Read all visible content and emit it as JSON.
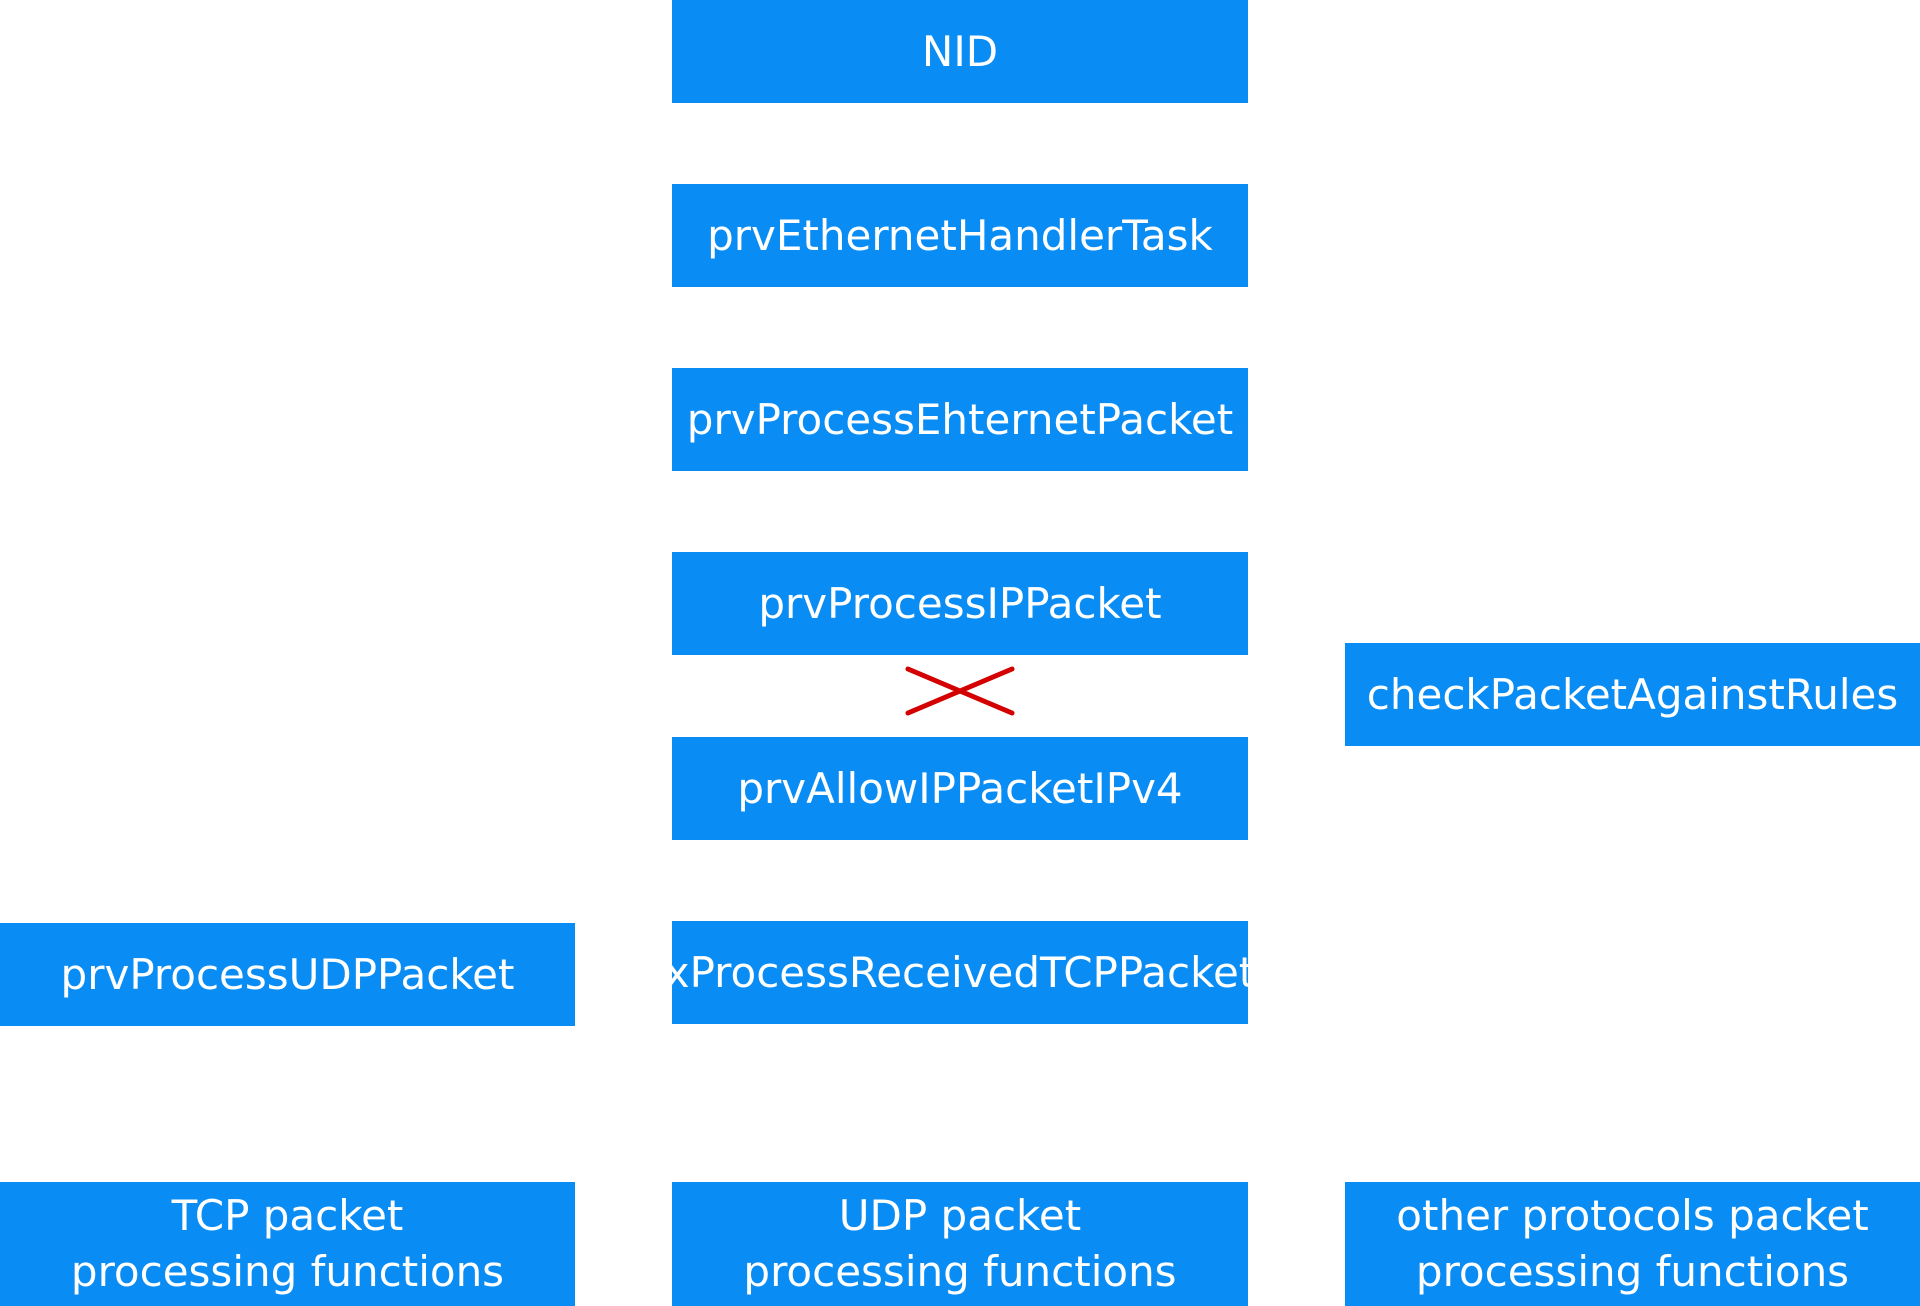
{
  "colors": {
    "node_fill": "#0a8cf5",
    "node_text": "#ffffff",
    "cross": "#d40000"
  },
  "nodes": {
    "nid": "NID",
    "ethernet_handler": "prvEthernetHandlerTask",
    "process_ethernet": "prvProcessEhternetPacket",
    "process_ip": "prvProcessIPPacket",
    "check_rules": "checkPacketAgainstRules",
    "allow_ipv4": "prvAllowIPPacketIPv4",
    "process_udp": "prvProcessUDPPacket",
    "process_tcp": "xProcessReceivedTCPPacket",
    "tcp_functions": "TCP packet processing functions",
    "udp_functions": "UDP packet processing functions",
    "other_functions": "other protocols packet processing functions"
  }
}
